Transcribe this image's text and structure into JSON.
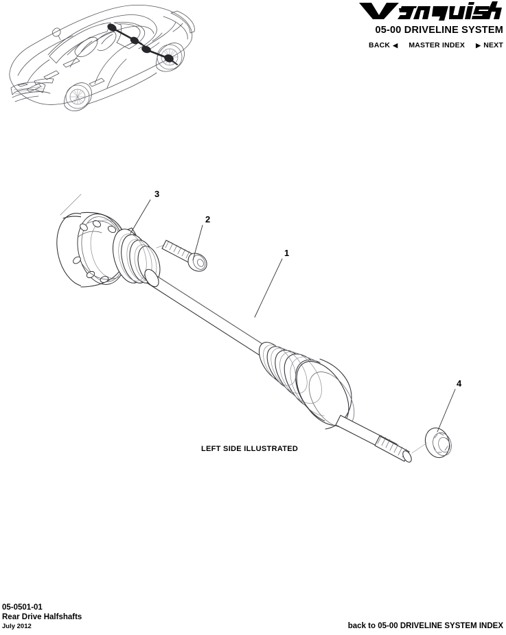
{
  "document": {
    "brand": "Vanquish",
    "section_title": "05-00 DRIVELINE SYSTEM",
    "caption": "LEFT SIDE ILLUSTRATED"
  },
  "nav": {
    "back_label": "BACK",
    "back_arrow": "◀",
    "master_index_label": "MASTER INDEX",
    "next_arrow": "▶",
    "next_label": "NEXT"
  },
  "footer": {
    "code": "05-0501-01",
    "title": "Rear Drive Halfshafts",
    "date": "July 2012",
    "index_link": "back to 05-00 DRIVELINE SYSTEM INDEX"
  },
  "callouts": [
    {
      "number": "1",
      "part": "halfshaft-assembly"
    },
    {
      "number": "2",
      "part": "socket-head-bolt"
    },
    {
      "number": "3",
      "part": "inboard-cv-joint-flange"
    },
    {
      "number": "4",
      "part": "hub-nut"
    }
  ],
  "colors": {
    "ink": "#000000",
    "line": "#3a3a42",
    "light_line": "#9a9aa2",
    "paper": "#ffffff",
    "highlight": "#2b2b30"
  }
}
